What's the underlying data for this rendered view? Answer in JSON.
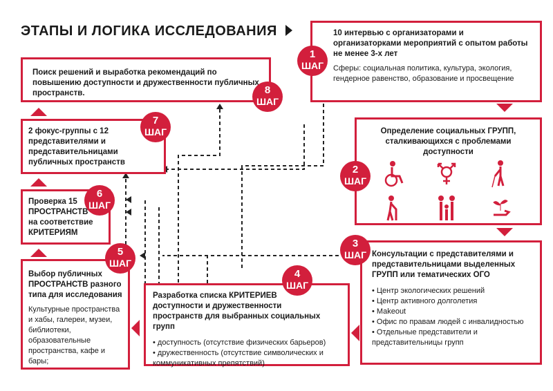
{
  "title": "ЭТАПЫ И ЛОГИКА ИССЛЕДОВАНИЯ",
  "step_label": "ШАГ",
  "accent_color": "#d21f3c",
  "steps": {
    "s1": {
      "num": "1",
      "title": "10 интервью с организаторами и организаторками мероприятий с опытом работы не менее 3-х лет",
      "text": "Сферы: социальная политика, культура, экология, гендерное равенство, образование и просвещение"
    },
    "s2": {
      "num": "2",
      "title": "Определение социальных ГРУПП, сталкивающихся с проблемами доступности"
    },
    "s3": {
      "num": "3",
      "title": "Консультации с представителями и представительницами выделенных ГРУПП или тематических ОГО",
      "items": [
        "Центр экологических решений",
        "Центр активного долголетия",
        "Makeout",
        "Офис по правам людей с инвалидностью",
        "Отдельные представители и представительницы групп"
      ]
    },
    "s4": {
      "num": "4",
      "title": "Разработка списка КРИТЕРИЕВ доступности и дружественности пространств для выбранных социальных групп",
      "items": [
        "доступность (отсутствие физических барьеров)",
        "дружественность (отсутствие символических и коммуникативных препятствий)"
      ]
    },
    "s5": {
      "num": "5",
      "title": "Выбор публичных ПРОСТРАНСТВ разного типа для исследования",
      "text": "Культурные пространства и хабы, галереи, музеи, библиотеки, образовательные пространства, кафе и бары;"
    },
    "s6": {
      "num": "6",
      "title": "Проверка 15 ПРОСТРАНСТВ на соответствие КРИТЕРИЯМ"
    },
    "s7": {
      "num": "7",
      "title": "2 фокус-группы с 12 представителями и представительницами публичных пространств"
    },
    "s8": {
      "num": "8",
      "title": "Поиск решений и выработка рекомендаций по повышению доступности и дружественности публичных пространств."
    }
  },
  "group_icons": [
    "wheelchair-icon",
    "transgender-icon",
    "blind-person-icon",
    "elderly-person-icon",
    "family-icon",
    "plant-hand-icon"
  ]
}
